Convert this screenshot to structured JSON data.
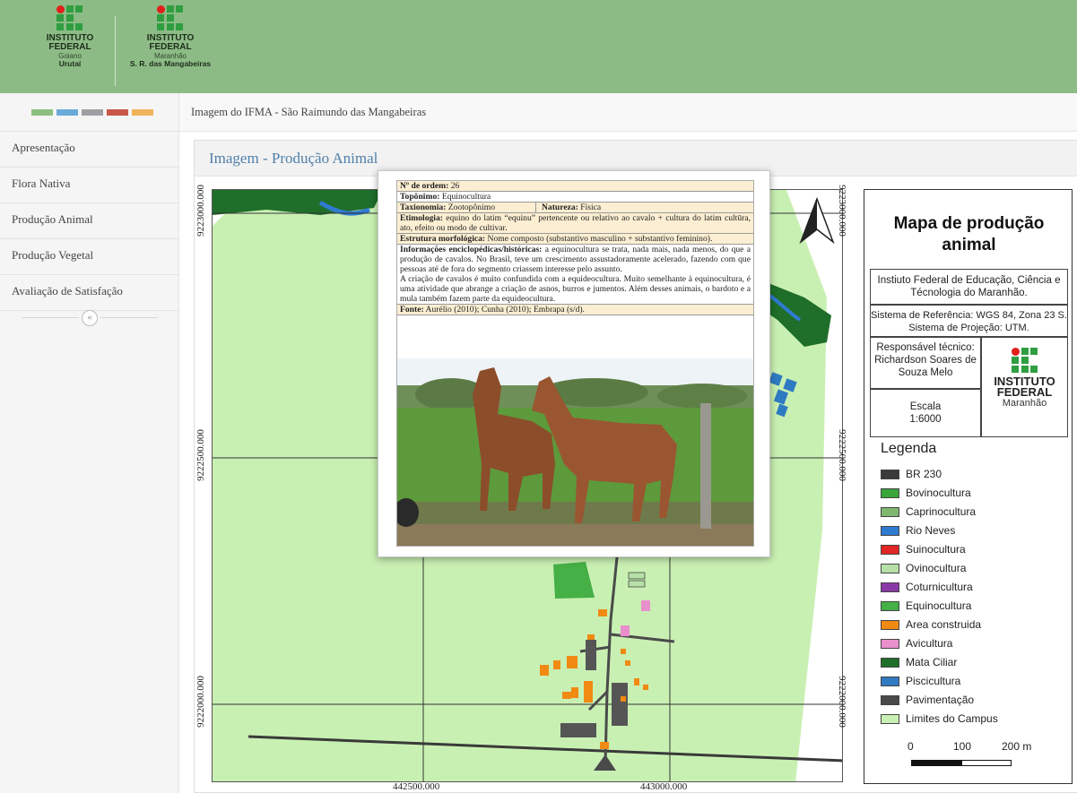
{
  "header": {
    "logo_left": {
      "line1": "INSTITUTO",
      "line2": "FEDERAL",
      "line3": "Goiano",
      "line4": "Urutaí"
    },
    "logo_right": {
      "line1": "INSTITUTO",
      "line2": "FEDERAL",
      "line3": "Maranhão",
      "line4": "S. R. das Mangabeiras"
    }
  },
  "colors": {
    "header": "#8dbb86",
    "strip": [
      "#8cbf7f",
      "#6aaad8",
      "#9d9fa3",
      "#c9584a",
      "#f0b35a"
    ],
    "accent_title": "#4f7fa8"
  },
  "sidebar": {
    "items": [
      {
        "label": "Apresentação"
      },
      {
        "label": "Flora Nativa"
      },
      {
        "label": "Produção Animal"
      },
      {
        "label": "Produção Vegetal"
      },
      {
        "label": "Avaliação de Satisfação"
      }
    ],
    "collapse_symbol": "«"
  },
  "breadcrumb": "Imagem do IFMA - São Raimundo das Mangabeiras",
  "panel": {
    "title": "Imagem - Produção Animal"
  },
  "map": {
    "coords": {
      "y_top": "9223000.000",
      "y_mid": "9222500.000",
      "y_bot": "9222000.000",
      "x_left": "442500.000",
      "x_right": "443000.000"
    },
    "legend_panel": {
      "title_line1": "Mapa de produção",
      "title_line2": "animal",
      "institution": "Instiuto Federal de Educação, Ciência e Técnologia do Maranhão.",
      "reference_line1": "Sistema de Referência: WGS 84, Zona 23 S.",
      "reference_line2": "Sistema de Projeção: UTM.",
      "responsible": "Responsável técnico: Richardson Soares de Souza Melo",
      "scale_label": "Escala",
      "scale_value": "1:6000",
      "logo": {
        "line1": "INSTITUTO",
        "line2": "FEDERAL",
        "line3": "Maranhão"
      },
      "legend_title": "Legenda",
      "legend_items": [
        {
          "label": "BR 230",
          "color": "#3a3a3a"
        },
        {
          "label": "Bovinocultura",
          "color": "#3aa63a"
        },
        {
          "label": "Caprinocultura",
          "color": "#7fb86e"
        },
        {
          "label": "Rio Neves",
          "color": "#2f7bd0"
        },
        {
          "label": "Suinocultura",
          "color": "#e32626"
        },
        {
          "label": "Ovinocultura",
          "color": "#b6e0a8"
        },
        {
          "label": "Coturnicultura",
          "color": "#8a3aa6"
        },
        {
          "label": "Equinocultura",
          "color": "#45b045"
        },
        {
          "label": "Area construida",
          "color": "#f08a12"
        },
        {
          "label": "Avicultura",
          "color": "#e98fcc"
        },
        {
          "label": "Mata Ciliar",
          "color": "#1f6e2a"
        },
        {
          "label": "Piscicultura",
          "color": "#2f7bc2"
        },
        {
          "label": "Pavimentação",
          "color": "#4a4a4a"
        },
        {
          "label": "Limites do Campus",
          "color": "#c9f0b3"
        }
      ],
      "scale_bar": {
        "l0": "0",
        "l1": "100",
        "l2": "200 m"
      }
    }
  },
  "popup": {
    "ordem_label": "Nº de ordem:",
    "ordem_value": "26",
    "toponimo_label": "Topônimo:",
    "toponimo_value": "Equinocultura",
    "taxonomia_label": "Taxionomia:",
    "taxonomia_value": "Zootopônimo",
    "natureza_label": "Natureza:",
    "natureza_value": "Física",
    "etimologia_label": "Etimologia:",
    "etimologia_text": "equino do latim “equinu” pertencente ou relativo ao cavalo + cultura do latim cultūra, ato, efeito ou modo de cultivar.",
    "estrutura_label": "Estrutura morfológica:",
    "estrutura_text": "Nome composto (substantivo masculino + substantivo feminino).",
    "info_label": "Informações enciclopédicas/históricas:",
    "info_text1": "a equinocultura se trata, nada mais, nada menos, do que a produção de cavalos. No Brasil, teve um crescimento assustadoramente acelerado, fazendo com que pessoas até de fora do segmento criassem interesse pelo assunto.",
    "info_text2": "A criação de cavalos é muito confundida com a equideocultura. Muito semelhante à equinocultura, é uma atividade que abrange a criação de asnos, burros e jumentos. Além desses animais, o bardoto e a mula também fazem parte da equideocultura.",
    "fonte_label": "Fonte:",
    "fonte_text": "Aurélio (2010); Cunha (2010); Embrapa (s/d)."
  }
}
